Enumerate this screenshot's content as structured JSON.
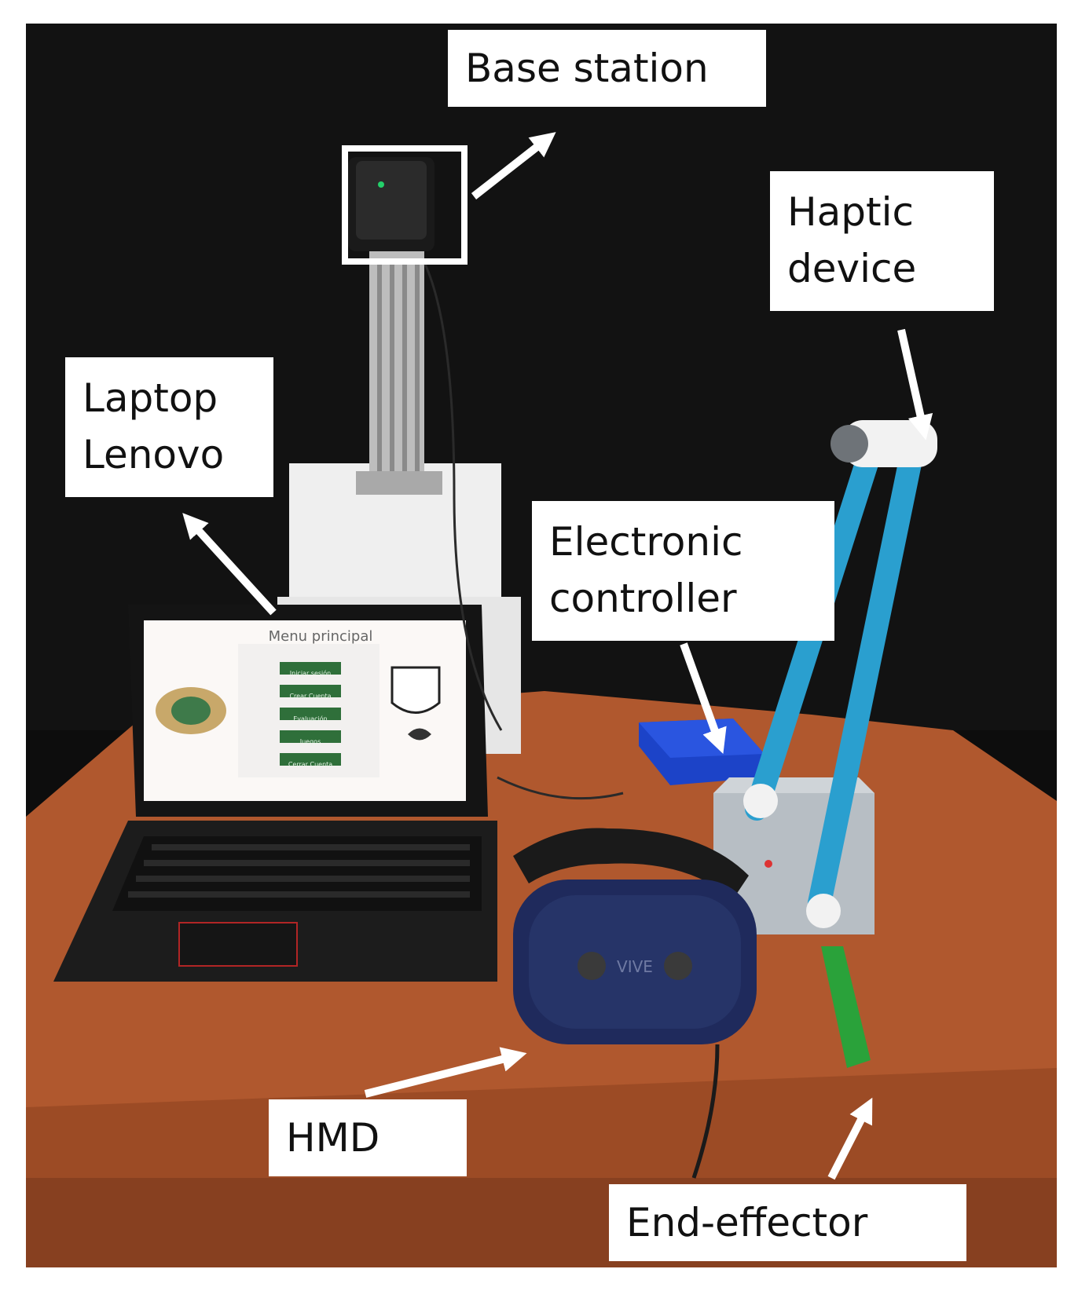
{
  "labels": {
    "base_station": "Base station",
    "haptic_line1": "Haptic",
    "haptic_line2": "device",
    "laptop_line1": "Laptop",
    "laptop_line2": "Lenovo",
    "controller_line1": "Electronic",
    "controller_line2": "controller",
    "hmd": "HMD",
    "end_effector": "End-effector"
  },
  "laptop_screen": {
    "title": "Menu principal",
    "buttons": [
      "Iniciar sesión",
      "Crear Cuenta",
      "Evaluación",
      "Juegos",
      "Cerrar Cuenta"
    ]
  },
  "headset_brand": "VIVE",
  "colors": {
    "background": "#0d0d0d",
    "table": "#b0582e",
    "haptic_blue": "#2a9fcf",
    "controller_blue": "#1c43c8",
    "end_effector_green": "#2aa23a",
    "headset_blue": "#1f2a5c",
    "arrow_white": "#ffffff"
  }
}
